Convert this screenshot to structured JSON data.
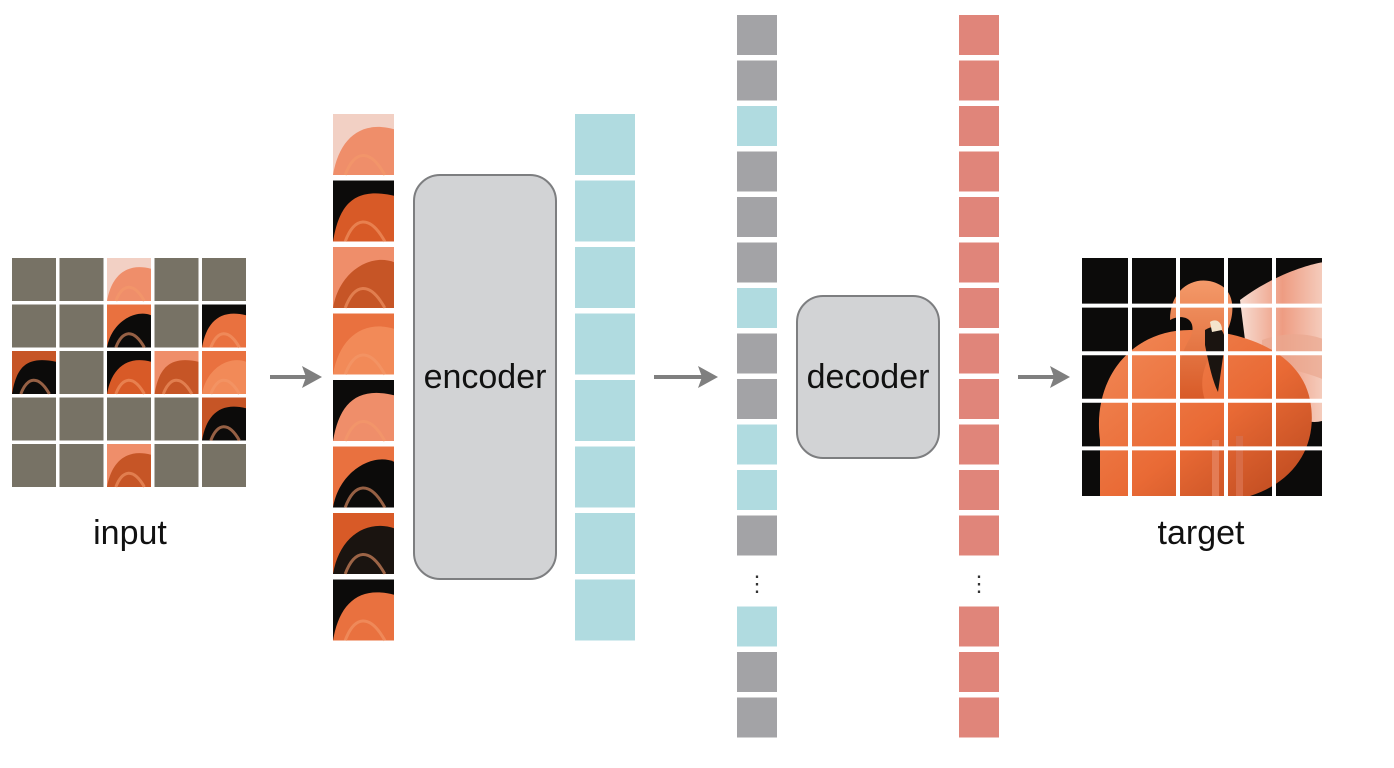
{
  "labels": {
    "input": "input",
    "target": "target",
    "encoder": "encoder",
    "decoder": "decoder",
    "ellipsis": "⋮"
  },
  "colors": {
    "mask_gray": "#777265",
    "encoder_token": "#b0dbe0",
    "mask_token": "#a3a3a6",
    "prediction_token": "#e0857a",
    "block_fill": "#d2d3d5",
    "block_stroke": "#7d7e80",
    "arrow": "#7f7f7f",
    "photo_dark": "#0c0b0a",
    "photo_orange": "#e9713f",
    "photo_orange_dark": "#c65526",
    "photo_pink": "#ef8e6a",
    "photo_feather": "#f2d0c4"
  },
  "icons": {
    "arrow": "right-arrow-icon",
    "ellipsis": "vertical-ellipsis-icon",
    "photo": "flamingo-photo-patch"
  },
  "grids": {
    "input_visible_cells": [
      2,
      7,
      9,
      10,
      12,
      13,
      14,
      19,
      22
    ],
    "sequence_tokens": [
      "mask",
      "mask",
      "visible",
      "mask",
      "mask",
      "mask",
      "visible",
      "mask",
      "mask",
      "visible",
      "visible",
      "mask",
      "ellipsis",
      "visible",
      "mask",
      "mask"
    ]
  }
}
